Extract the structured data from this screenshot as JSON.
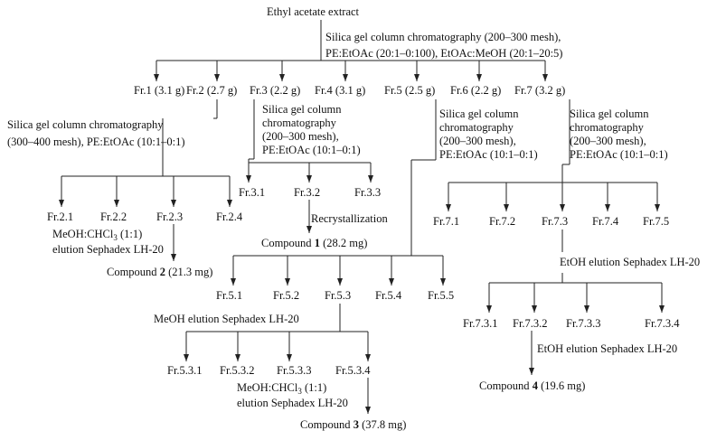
{
  "root": "Ethyl acetate extract",
  "steps": {
    "s1_l1": "Silica gel column chromatography (200–300 mesh),",
    "s1_l2": "PE:EtOAc (20:1–0:100), EtOAc:MeOH (20:1–20:5)",
    "s2_l1": "Silica gel column chromatography",
    "s2_l2": "(300–400 mesh), PE:EtOAc (10:1–0:1)",
    "s3_l1": "Silica gel column",
    "s3_l2": "chromatography",
    "s3_l3": "(200–300 mesh),",
    "s3_l4": "PE:EtOAc (10:1–0:1)",
    "s4_l1": "Silica gel column",
    "s4_l2": "chromatography",
    "s4_l3": "(200–300 mesh),",
    "s4_l4": "PE:EtOAc (10:1–0:1)",
    "s5_l1": "Silica gel column",
    "s5_l2": "chromatography",
    "s5_l3": "(200–300 mesh),",
    "s5_l4": "PE:EtOAc (10:1–0:1)",
    "recryst": "Recrystallization",
    "lh20_fr23_l1": "MeOH:CHCl",
    "lh20_fr23_sub": "3",
    "lh20_fr23_l1b": " (1:1)",
    "lh20_fr23_l2": "elution Sephadex LH-20",
    "lh20_fr53": "MeOH elution Sephadex LH-20",
    "lh20_fr534_l1": "MeOH:CHCl",
    "lh20_fr534_sub": "3",
    "lh20_fr534_l1b": " (1:1)",
    "lh20_fr534_l2": "elution Sephadex LH-20",
    "lh20_fr73": "EtOH elution Sephadex LH-20",
    "lh20_fr732": "EtOH elution Sephadex LH-20"
  },
  "fractions": {
    "main": [
      "Fr.1 (3.1 g)",
      "Fr.2 (2.7 g)",
      "Fr.3 (2.2 g)",
      "Fr.4 (3.1 g)",
      "Fr.5 (2.5 g)",
      "Fr.6 (2.2 g)",
      "Fr.7 (3.2 g)"
    ],
    "fr2": [
      "Fr.2.1",
      "Fr.2.2",
      "Fr.2.3",
      "Fr.2.4"
    ],
    "fr3": [
      "Fr.3.1",
      "Fr.3.2",
      "Fr.3.3"
    ],
    "fr5": [
      "Fr.5.1",
      "Fr.5.2",
      "Fr.5.3",
      "Fr.5.4",
      "Fr.5.5"
    ],
    "fr53": [
      "Fr.5.3.1",
      "Fr.5.3.2",
      "Fr.5.3.3",
      "Fr.5.3.4"
    ],
    "fr7": [
      "Fr.7.1",
      "Fr.7.2",
      "Fr.7.3",
      "Fr.7.4",
      "Fr.7.5"
    ],
    "fr73": [
      "Fr.7.3.1",
      "Fr.7.3.2",
      "Fr.7.3.3",
      "Fr.7.3.4"
    ]
  },
  "compounds": {
    "c1_pre": "Compound ",
    "c1_num": "1",
    "c1_mass": " (28.2 mg)",
    "c2_pre": "Compound ",
    "c2_num": "2",
    "c2_mass": " (21.3 mg)",
    "c3_pre": "Compound ",
    "c3_num": "3",
    "c3_mass": " (37.8 mg)",
    "c4_pre": "Compound ",
    "c4_num": "4",
    "c4_mass": " (19.6 mg)"
  }
}
